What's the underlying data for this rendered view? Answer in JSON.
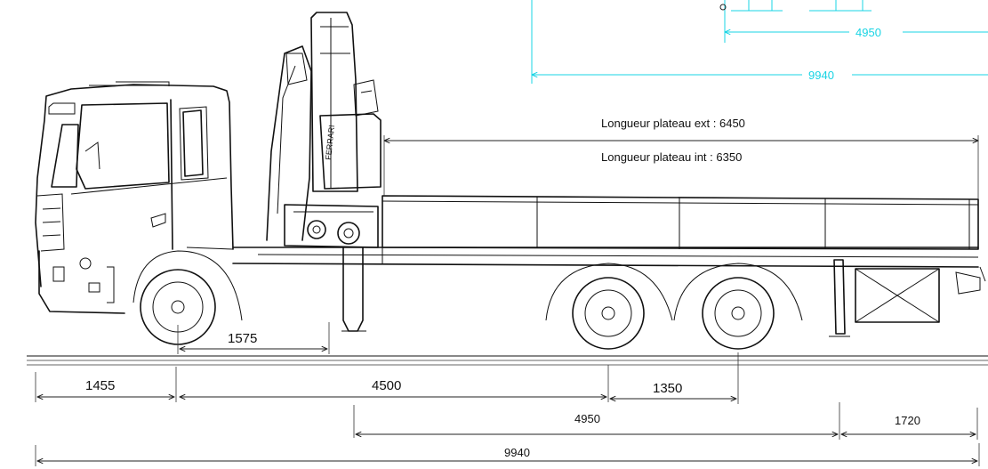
{
  "colors": {
    "ink": "#111111",
    "cyan_dimensions": "#19d4e4",
    "background": "#ffffff"
  },
  "top_dims": {
    "d4950": "4950",
    "d9940": "9940"
  },
  "plateau": {
    "ext_label": "Longueur plateau ext : 6450",
    "int_label": "Longueur plateau int : 6350"
  },
  "crane": {
    "brand": "FERRARI"
  },
  "dims": {
    "d1575": "1575",
    "d1455": "1455",
    "d4500": "4500",
    "d1350": "1350",
    "d4950": "4950",
    "d1720": "1720",
    "d9940": "9940"
  }
}
